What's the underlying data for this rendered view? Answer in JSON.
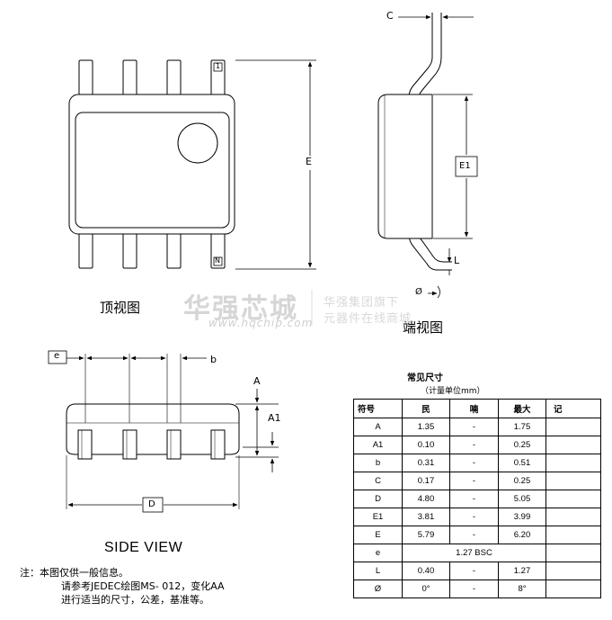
{
  "views": {
    "top_view_title": "顶视图",
    "end_view_title": "端视图",
    "side_view_title": "SIDE VIEW"
  },
  "pin_marks": {
    "first": "1",
    "last": "N"
  },
  "dimension_labels": {
    "C": "C",
    "E": "E",
    "E1": "E1",
    "L": "L",
    "theta": "Ø",
    "e": "e",
    "b": "b",
    "A": "A",
    "A1": "A1",
    "D": "D"
  },
  "watermark": {
    "brand": "华强芯城",
    "url": "www.hqchip.com",
    "line1": "华强集团旗下",
    "line2": "元器件在线商城"
  },
  "notes": {
    "line1": "注：本图仅供一般信息。",
    "line2": "请参考JEDEC绘图MS- 012，变化AA",
    "line3": "进行适当的尺寸，公差，基准等。"
  },
  "table": {
    "title": "常见尺寸",
    "subtitle": "（计量单位mm）",
    "headers": [
      "符号",
      "民",
      "喃",
      "最大",
      "记"
    ],
    "rows": [
      [
        "A",
        "1.35",
        "-",
        "1.75",
        ""
      ],
      [
        "A1",
        "0.10",
        "-",
        "0.25",
        ""
      ],
      [
        "b",
        "0.31",
        "-",
        "0.51",
        ""
      ],
      [
        "C",
        "0.17",
        "-",
        "0.25",
        ""
      ],
      [
        "D",
        "4.80",
        "-",
        "5.05",
        ""
      ],
      [
        "E1",
        "3.81",
        "-",
        "3.99",
        ""
      ],
      [
        "E",
        "5.79",
        "-",
        "6.20",
        ""
      ],
      [
        "e",
        "",
        "1.27 BSC",
        "",
        ""
      ],
      [
        "L",
        "0.40",
        "-",
        "1.27",
        ""
      ],
      [
        "Ø",
        "0°",
        "-",
        "8°",
        ""
      ]
    ]
  }
}
